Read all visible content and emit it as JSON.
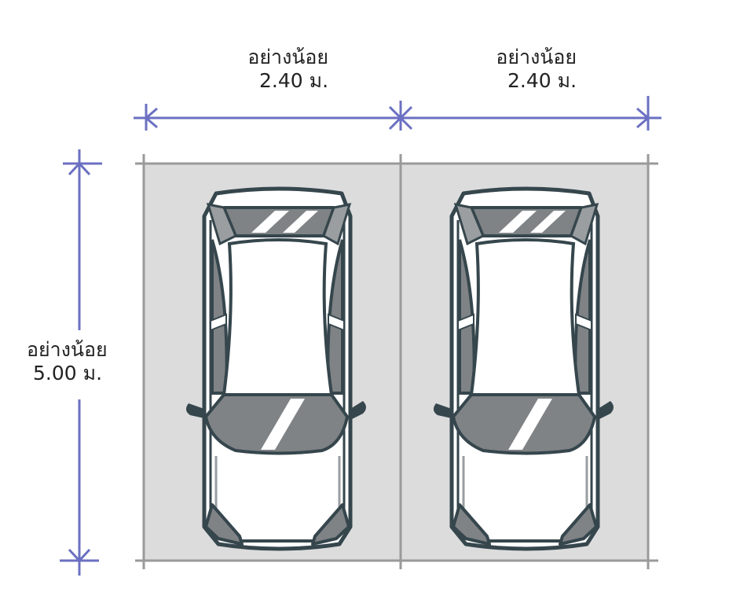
{
  "dimensions": {
    "width_1": {
      "label": "อย่างน้อย",
      "value": "2.40 ม."
    },
    "width_2": {
      "label": "อย่างน้อย",
      "value": "2.40 ม."
    },
    "length": {
      "label": "อย่างน้อย",
      "value": "5.00 ม."
    }
  },
  "colors": {
    "dimension_line": "#6b70c2",
    "parking_area": "#dcdcdc",
    "grid_line": "#9a9a9a",
    "car_outline": "#36464d",
    "car_glass": "#7f8386"
  }
}
